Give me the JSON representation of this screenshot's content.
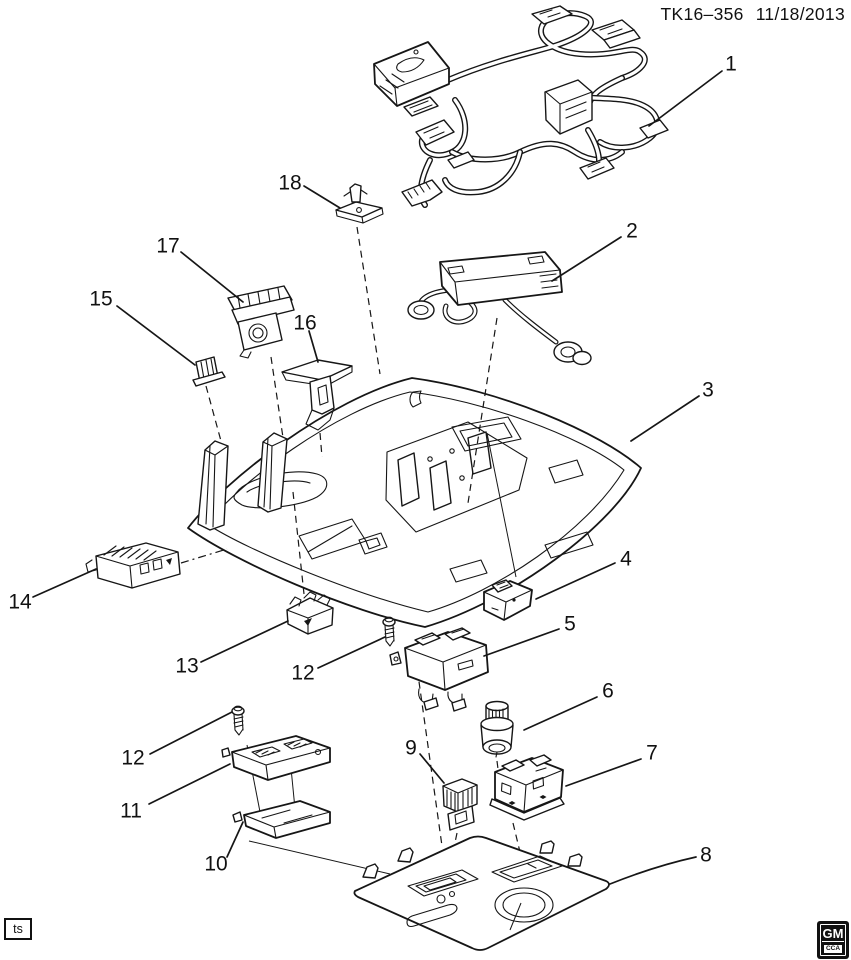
{
  "header": {
    "part_number": "TK16–356",
    "date": "11/18/2013"
  },
  "footer": {
    "ts_label": "ts"
  },
  "logo": {
    "brand": "GM",
    "division": "CCA"
  },
  "colors": {
    "ink": "#161616",
    "background": "#ffffff"
  },
  "callouts": [
    {
      "label": "1"
    },
    {
      "label": "2"
    },
    {
      "label": "3"
    },
    {
      "label": "4"
    },
    {
      "label": "5"
    },
    {
      "label": "6"
    },
    {
      "label": "7"
    },
    {
      "label": "8"
    },
    {
      "label": "9"
    },
    {
      "label": "10"
    },
    {
      "label": "11"
    },
    {
      "label": "12"
    },
    {
      "label": "12"
    },
    {
      "label": "13"
    },
    {
      "label": "14"
    },
    {
      "label": "15"
    },
    {
      "label": "16"
    },
    {
      "label": "17"
    },
    {
      "label": "18"
    }
  ]
}
